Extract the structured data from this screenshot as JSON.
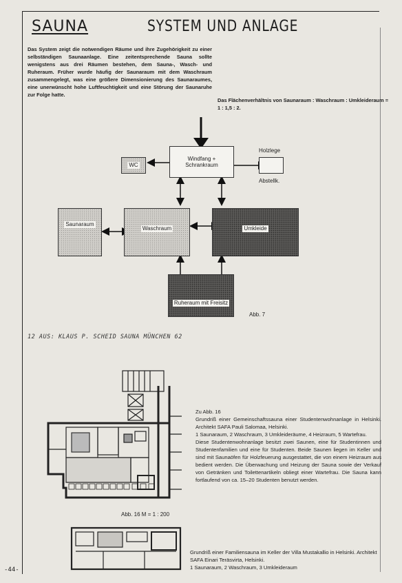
{
  "header": {
    "section": "SAUNA",
    "title": "SYSTEM UND ANLAGE"
  },
  "intro_text": "Das System zeigt die notwendigen Räume und ihre Zugehörigkeit zu einer selbständigen Saunaanlage. Eine zeitentsprechende Sauna sollte wenigstens aus drei Räumen bestehen, dem Sauna-, Wasch- und Ruheraum. Früher wurde häufig der Saunaraum mit dem Waschraum zusammengelegt, was eine größere Dimensionierung des Saunaraumes, eine unerwünscht hohe Luftfeuchtigkeit und eine Störung der Saunaruhe zur Folge hatte.",
  "ratio_text": "Das Flächenverhältnis von Saunaraum : Waschraum : Umkleideraum = 1 : 1,5 : 2.",
  "diagram": {
    "windfang_line1": "Windfang +",
    "windfang_line2": "Schrankraum",
    "wc": "WC",
    "holzlege": "Holzlege",
    "abstellk": "Abstellk.",
    "saunaraum": "Saunaraum",
    "waschraum": "Waschraum",
    "umkleide": "Umkleide",
    "ruheraum": "Ruheraum mit Freisitz",
    "figure": "Abb. 7"
  },
  "source_note": "12 AUS: KLAUS P. SCHEID  SAUNA MÜNCHEN 62",
  "plan_caption": "Abb. 16  M = 1 : 200",
  "zu_abb": {
    "heading": "Zu Abb. 16",
    "p1": "Grundriß einer Gemeinschaftssauna einer Studentenwohnanlage in Helsinki. Architekt SAFA Pauli Salomaa, Helsinki.",
    "p2": "1 Saunaraum, 2 Waschraum, 3 Umkleideräume, 4 Heizraum, 5 Wartefrau.",
    "p3": "Diese Studentenwohnanlage besitzt zwei Saunen, eine für Studentinnen und Studentenfamilien und eine für Studenten. Beide Saunen liegen im Keller und sind mit Saunaöfen für Holzfeuerung ausgestattet, die von einem Heizraum aus bedient werden. Die Überwachung und Heizung der Sauna sowie der Verkauf von Getränken und Toilettenartikeln obliegt einer Wartefrau. Die Sauna kann fortlaufend von ca. 15–20 Studenten benutzt werden."
  },
  "bottom": {
    "p1": "Grundriß einer Familiensauna im Keller der Villa Mustakallio in Helsinki. Architekt SAFA Einari Teräsvirta, Helsinki.",
    "p2": "1 Saunaraum, 2 Waschraum, 3 Umkleideraum"
  },
  "page_number": "-44-"
}
